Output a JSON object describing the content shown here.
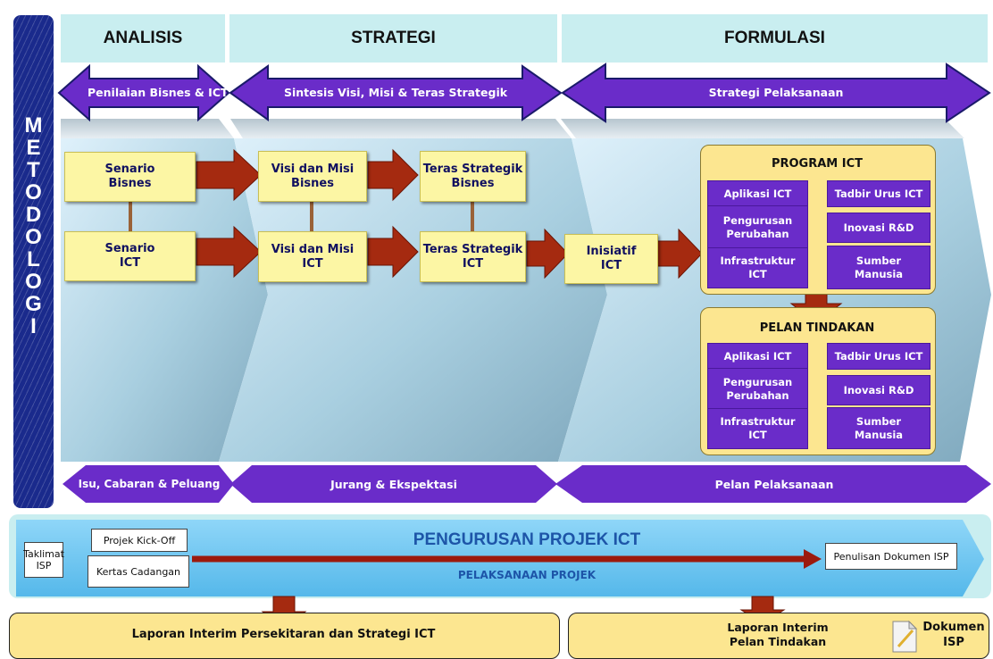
{
  "phases": [
    "ANALISIS",
    "STRATEGI",
    "FORMULASI"
  ],
  "metodologi_letters": [
    "M",
    "E",
    "T",
    "O",
    "D",
    "O",
    "L",
    "O",
    "G",
    "I"
  ],
  "top_arrows": [
    "Penilaian Bisnes & ICT",
    "Sintesis Visi, Misi & Teras Strategik",
    "Strategi Pelaksanaan"
  ],
  "analisis": {
    "box1": "Senario\nBisnes",
    "box2": "Senario\nICT"
  },
  "strategi": {
    "box1": "Visi dan Misi\nBisnes",
    "box2": "Visi dan Misi\nICT",
    "box3": "Teras Strategik\nBisnes",
    "box4": "Teras Strategik\nICT"
  },
  "formulasi": {
    "inisiatif": "Inisiatif\nICT"
  },
  "program_ict": {
    "title": "PROGRAM ICT",
    "items": [
      "Aplikasi ICT",
      "Tadbir Urus ICT",
      "Pengurusan\nPerubahan",
      "Inovasi R&D",
      "Infrastruktur\nICT",
      "Sumber\nManusia"
    ]
  },
  "pelan_tindakan": {
    "title": "PELAN TINDAKAN",
    "items": [
      "Aplikasi ICT",
      "Tadbir Urus ICT",
      "Pengurusan\nPerubahan",
      "Inovasi R&D",
      "Infrastruktur\nICT",
      "Sumber\nManusia"
    ]
  },
  "bottom_arrows": [
    "Isu, Cabaran & Peluang",
    "Jurang & Ekspektasi",
    "Pelan Pelaksanaan"
  ],
  "projek": {
    "title": "PENGURUSAN PROJEK ICT",
    "subtitle": "PELAKSANAAN PROJEK",
    "taklimat": "Taklimat\nISP",
    "kickoff": "Projek Kick-Off",
    "kertas": "Kertas Cadangan",
    "penulisan": "Penulisan Dokumen ISP"
  },
  "laporan": {
    "left": "Laporan Interim Persekitaran dan Strategi ICT",
    "right": "Laporan Interim\nPelan Tindakan",
    "dokumen": "Dokumen\nISP"
  },
  "colors": {
    "purple": "#6a2cc9",
    "yellow": "#fcf6a4",
    "navy": "#1a2a8c",
    "teal": "#c9eef0",
    "arrow_red": "#a52a10",
    "project_blue": "#6cc6f5"
  }
}
